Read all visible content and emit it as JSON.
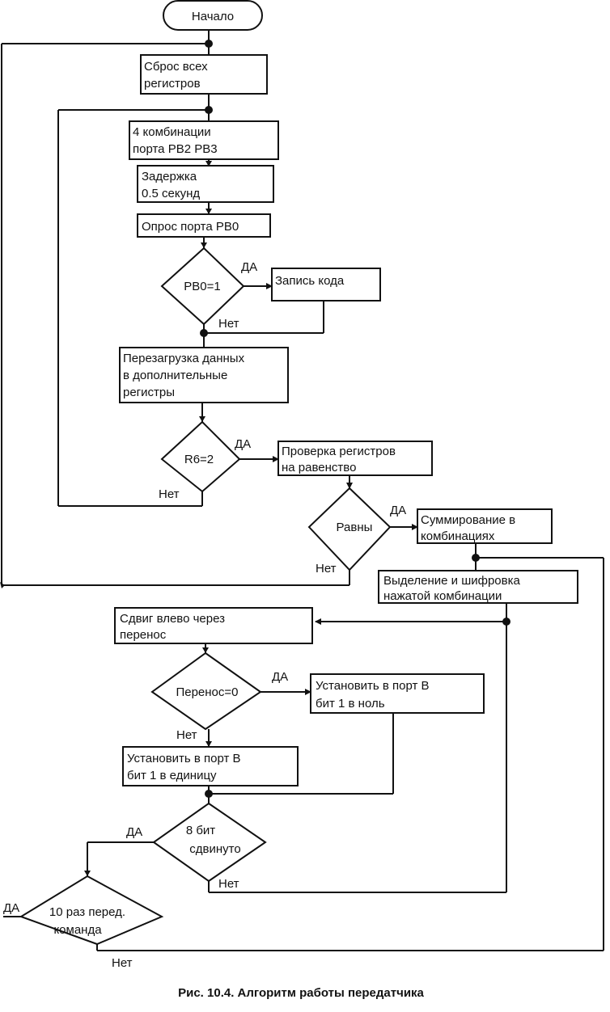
{
  "start": "Начало",
  "reset": [
    "Сброс всех",
    "регистров"
  ],
  "combos": [
    "4 комбинации",
    "порта PB2 PB3"
  ],
  "delay": [
    "Задержка",
    "0.5 секунд"
  ],
  "poll": "Опрос порта PB0",
  "pb0_cond": "PB0=1",
  "write_code": "Запись кода",
  "reload": [
    "Перезагрузка данных",
    "в дополнительные",
    "регистры"
  ],
  "r6_cond": "R6=2",
  "check_regs": [
    "Проверка регистров",
    "на равенство"
  ],
  "equal_cond": "Равны",
  "sum_combos": [
    "Суммирование в",
    "комбинациях"
  ],
  "select_encode": [
    "Выделение и шифровка",
    "нажатой комбинации"
  ],
  "shift_left": [
    "Сдвиг влево через",
    "перенос"
  ],
  "carry_cond": "Перенос=0",
  "set_zero": [
    "Установить в порт В",
    "бит 1 в ноль"
  ],
  "set_one": [
    "Установить в порт В",
    "бит 1 в единицу"
  ],
  "bits_cond": [
    "8 бит",
    "сдвинуто"
  ],
  "ten_cond": [
    "10 раз перед.",
    "команда"
  ],
  "labels": {
    "yes": "ДА",
    "no": "Нет"
  },
  "caption": "Рис. 10.4. Алгоритм работы передатчика"
}
